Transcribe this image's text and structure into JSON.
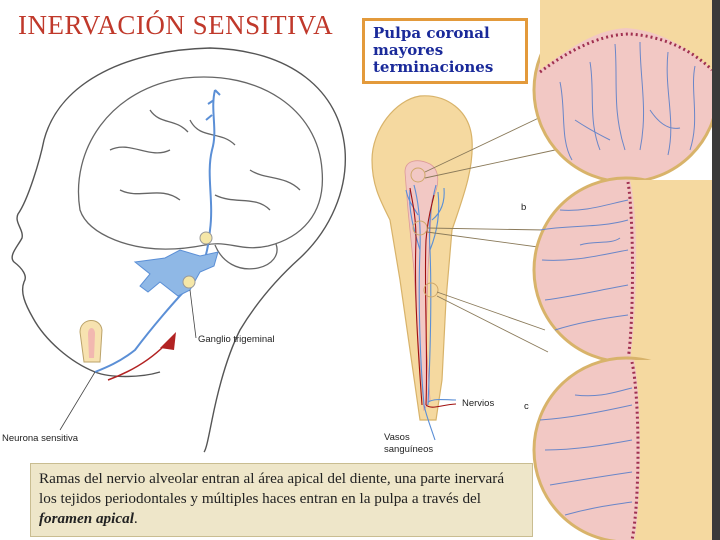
{
  "title": "INERVACIÓN SENSITIVA",
  "callout": {
    "line1": "Pulpa coronal",
    "line2": "mayores",
    "line3": "terminaciones"
  },
  "labels": {
    "ganglio": "Ganglio trigeminal",
    "neurona": "Neurona sensitiva",
    "nervios": "Nervios",
    "vasos_line1": "Vasos",
    "vasos_line2": "sanguíneos",
    "letter_b": "b",
    "letter_c": "c"
  },
  "caption": {
    "text": "Ramas del nervio alveolar entran al área apical del diente, una parte inervará los tejidos periodontales y  múltiples haces entran en la pulpa a través del ",
    "emphasis": "foramen apical",
    "end": "."
  },
  "colors": {
    "title": "#c0392b",
    "callout_border": "#e39a3b",
    "callout_text": "#1a2a9a",
    "nerve": "#5b8fd6",
    "pulp": "#f2c8c4",
    "dentin": "#f5d9a0",
    "caption_bg": "#eee6c9"
  }
}
